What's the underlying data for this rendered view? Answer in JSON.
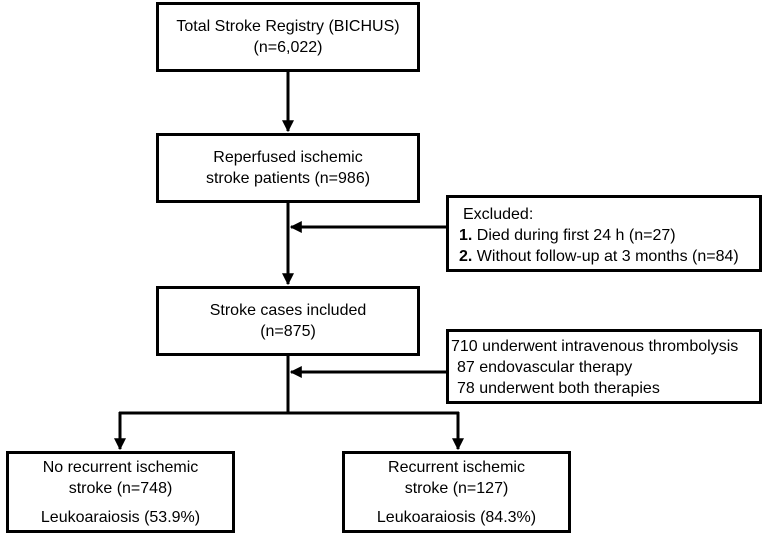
{
  "boxes": {
    "total": {
      "line1": "Total Stroke Registry (BICHUS)",
      "line2": "(n=6,022)"
    },
    "reperfused": {
      "line1": "Reperfused ischemic",
      "line2": "stroke patients (n=986)"
    },
    "included": {
      "line1": "Stroke cases included",
      "line2": "(n=875)"
    },
    "no_recurrent": {
      "line1": "No recurrent ischemic",
      "line2": "stroke (n=748)",
      "line3": "Leukoaraiosis (53.9%)"
    },
    "recurrent": {
      "line1": "Recurrent ischemic",
      "line2": "stroke (n=127)",
      "line3": "Leukoaraiosis (84.3%)"
    }
  },
  "excluded": {
    "title": "Excluded:",
    "items": [
      {
        "num": "1.",
        "text": "Died during first 24 h (n=27)"
      },
      {
        "num": "2.",
        "text": "Without follow-up at 3 months (n=84)"
      }
    ]
  },
  "therapies": {
    "lines": [
      "710 underwent intravenous thrombolysis",
      "87 endovascular therapy",
      "78 underwent both therapies"
    ]
  }
}
